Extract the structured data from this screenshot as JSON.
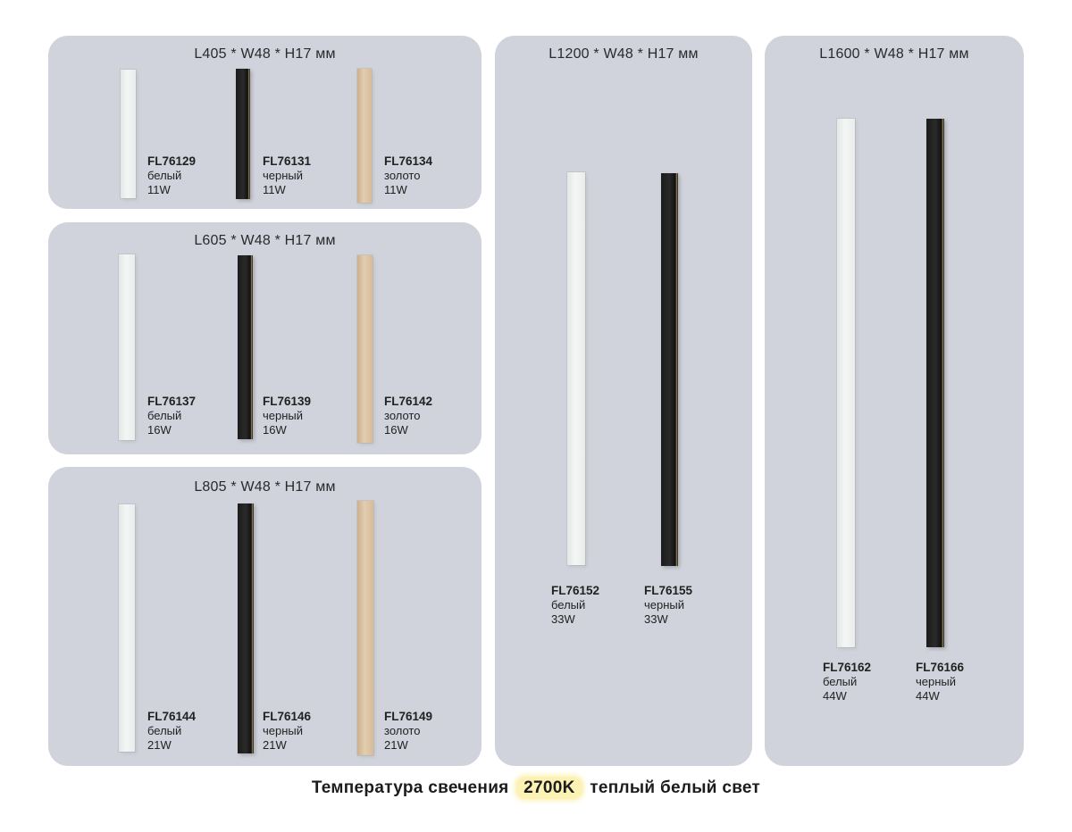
{
  "panels": [
    {
      "title": "L405 * W48 * H17 мм",
      "items": [
        {
          "code": "FL76129",
          "color": "белый",
          "power": "11W"
        },
        {
          "code": "FL76131",
          "color": "черный",
          "power": "11W"
        },
        {
          "code": "FL76134",
          "color": "золото",
          "power": "11W"
        }
      ]
    },
    {
      "title": "L605 * W48 * H17 мм",
      "items": [
        {
          "code": "FL76137",
          "color": "белый",
          "power": "16W"
        },
        {
          "code": "FL76139",
          "color": "черный",
          "power": "16W"
        },
        {
          "code": "FL76142",
          "color": "золото",
          "power": "16W"
        }
      ]
    },
    {
      "title": "L805 * W48 * H17 мм",
      "items": [
        {
          "code": "FL76144",
          "color": "белый",
          "power": "21W"
        },
        {
          "code": "FL76146",
          "color": "черный",
          "power": "21W"
        },
        {
          "code": "FL76149",
          "color": "золото",
          "power": "21W"
        }
      ]
    },
    {
      "title": "L1200 * W48 * H17 мм",
      "items": [
        {
          "code": "FL76152",
          "color": "белый",
          "power": "33W"
        },
        {
          "code": "FL76155",
          "color": "черный",
          "power": "33W"
        }
      ]
    },
    {
      "title": "L1600 * W48 * H17 мм",
      "items": [
        {
          "code": "FL76162",
          "color": "белый",
          "power": "44W"
        },
        {
          "code": "FL76166",
          "color": "черный",
          "power": "44W"
        }
      ]
    }
  ],
  "footer": {
    "prefix": "Температура свечения",
    "highlight": "2700K",
    "suffix": "теплый белый свет"
  },
  "colors": {
    "panel_bg": "#d0d3db",
    "highlight_bg": "#fbf2b4",
    "white_finish": "#eef1f0",
    "black_finish": "#1f1f1f",
    "gold_finish": "#dcc4a4"
  }
}
